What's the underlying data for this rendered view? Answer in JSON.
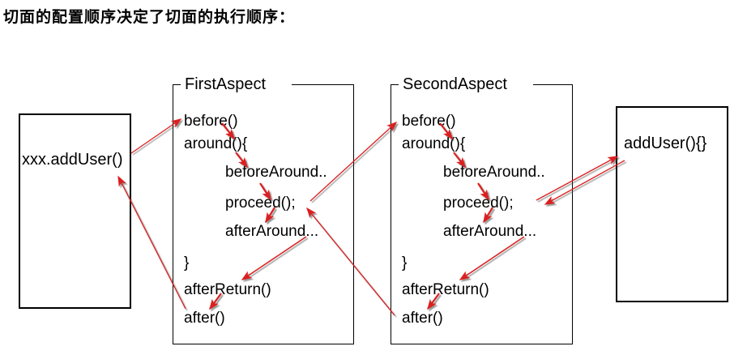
{
  "page_title": "切面的配置顺序决定了切面的执行顺序：",
  "colors": {
    "arrow": "#dc1f1f",
    "border": "#000000",
    "background": "#ffffff",
    "text": "#000000"
  },
  "call_box": {
    "label": "xxx.addUser()"
  },
  "target_box": {
    "label": "addUser(){}"
  },
  "aspects": [
    {
      "title": "FirstAspect",
      "items": [
        "before()",
        "around(){",
        "beforeAround..",
        "proceed();",
        "afterAround...",
        "}",
        "afterReturn()",
        "after()"
      ]
    },
    {
      "title": "SecondAspect",
      "items": [
        "before()",
        "around(){",
        "beforeAround..",
        "proceed();",
        "afterAround...",
        "}",
        "afterReturn()",
        "after()"
      ]
    }
  ],
  "flow_arrows": [
    {
      "id": "call-to-first-before",
      "from": "xxx.addUser()",
      "to": "FirstAspect before()"
    },
    {
      "id": "first-before-to-around",
      "from": "FirstAspect before()",
      "to": "FirstAspect around(){"
    },
    {
      "id": "first-around-to-beforearound",
      "from": "FirstAspect around(){",
      "to": "FirstAspect beforeAround.."
    },
    {
      "id": "first-beforearound-to-proceed",
      "from": "FirstAspect beforeAround..",
      "to": "FirstAspect proceed();"
    },
    {
      "id": "first-proceed-to-afteraround",
      "from": "FirstAspect proceed();",
      "to": "FirstAspect afterAround..."
    },
    {
      "id": "first-afteraround-to-afterreturn",
      "from": "FirstAspect afterAround...",
      "to": "FirstAspect afterReturn()"
    },
    {
      "id": "first-afterreturn-to-after",
      "from": "FirstAspect afterReturn()",
      "to": "FirstAspect after()"
    },
    {
      "id": "first-proceed-to-second-before",
      "from": "FirstAspect proceed();",
      "to": "SecondAspect before()"
    },
    {
      "id": "second-before-to-around",
      "from": "SecondAspect before()",
      "to": "SecondAspect around(){"
    },
    {
      "id": "second-around-to-beforearound",
      "from": "SecondAspect around(){",
      "to": "SecondAspect beforeAround.."
    },
    {
      "id": "second-beforearound-to-proceed",
      "from": "SecondAspect beforeAround..",
      "to": "SecondAspect proceed();"
    },
    {
      "id": "second-proceed-to-afteraround",
      "from": "SecondAspect proceed();",
      "to": "SecondAspect afterAround..."
    },
    {
      "id": "second-afteraround-to-afterreturn",
      "from": "SecondAspect afterAround...",
      "to": "SecondAspect afterReturn()"
    },
    {
      "id": "second-afterreturn-to-after",
      "from": "SecondAspect afterReturn()",
      "to": "SecondAspect after()"
    },
    {
      "id": "second-proceed-to-target",
      "from": "SecondAspect proceed();",
      "to": "addUser(){}"
    },
    {
      "id": "target-to-second-proceed",
      "from": "addUser(){}",
      "to": "SecondAspect proceed();"
    },
    {
      "id": "second-after-to-first-proceed",
      "from": "SecondAspect after()",
      "to": "FirstAspect proceed();"
    },
    {
      "id": "first-after-to-call",
      "from": "FirstAspect after()",
      "to": "xxx.addUser()"
    }
  ]
}
